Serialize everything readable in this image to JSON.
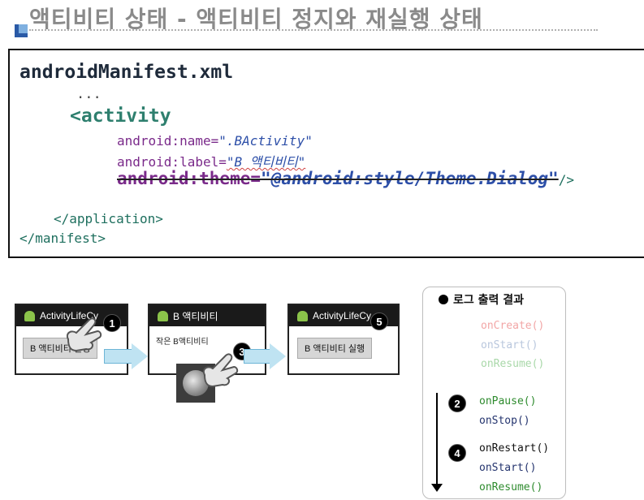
{
  "slide": {
    "title": "액티비티 상태 - 액티비티 정지와 재실행 상태"
  },
  "code": {
    "filename": "androidManifest.xml",
    "ellipsis": "...",
    "activity_tag": "<activity",
    "name_attr": "android:name=",
    "name_value": "\".BActivity\"",
    "label_attr": "android:label=",
    "label_value": "\"B 액티비티\"",
    "theme_attr": "android:theme",
    "theme_eq": "=",
    "theme_value": "\"@android:style/Theme.Dialog\"",
    "theme_close": "/>",
    "app_close": "</application>",
    "manifest_close": "</manifest>"
  },
  "screens": {
    "screen1": {
      "title": "ActivityLifeCy",
      "button": "B 액티비티 실행"
    },
    "screen2": {
      "title": "B 액티비티",
      "text": "작은 B액티비티"
    },
    "screen3": {
      "title": "ActivityLifeCy",
      "button": "B 액티비티 실행"
    }
  },
  "steps": [
    "1",
    "2",
    "3",
    "4",
    "5"
  ],
  "log": {
    "title": "로그 출력 결과",
    "initial": [
      "onCreate()",
      "onStart()",
      "onResume()"
    ],
    "pause": [
      "onPause()",
      "onStop()"
    ],
    "restart": [
      "onRestart()",
      "onStart()",
      "onResume()"
    ]
  },
  "colors": {
    "accent_blue": "#2a5aa6",
    "code_purple": "#7a2a8a",
    "code_teal": "#2e7f6e",
    "log_green": "#2e8b2e"
  }
}
